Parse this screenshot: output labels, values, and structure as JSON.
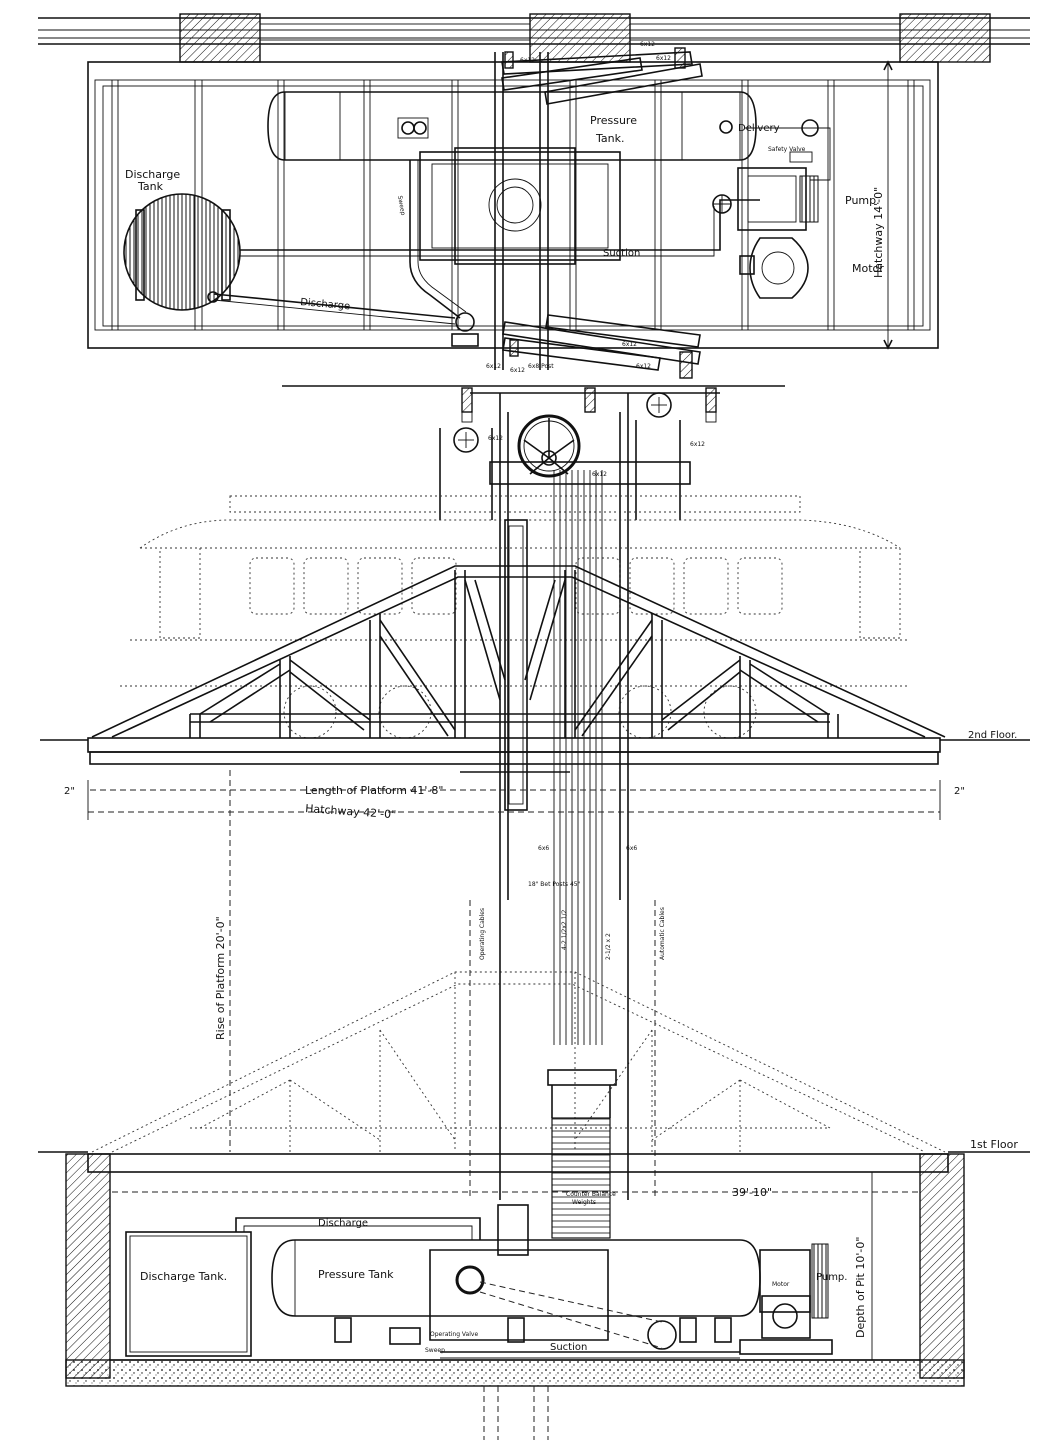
{
  "plan": {
    "pressure_tank": "Pressure",
    "pressure_tank_2": "Tank.",
    "discharge_tank": "Discharge",
    "discharge_tank_2": "Tank",
    "delivery": "Delivery",
    "safety_valve": "Safety Valve",
    "pump": "Pump.",
    "motor": "Motor",
    "suction": "Suction",
    "discharge": "Discharge",
    "sweep": "Sweep",
    "hatchway_width": "Hatchway 14'-0\"",
    "beams": [
      "6x12",
      "6x12",
      "6x12",
      "6x12",
      "6x12",
      "6x12",
      "6x12",
      "6x8 Post",
      "6x12",
      "6x12"
    ]
  },
  "elevation": {
    "beam_top": "6x12",
    "beam_left": "6x12",
    "beam_right": "6x12",
    "second_floor": "2nd Floor.",
    "first_floor": "1st Floor",
    "length_of_platform": "Length of Platform   41'-8\"",
    "hatchway": "Hatchway   42'-0\"",
    "dim_left": "2\"",
    "dim_right": "2\"",
    "rise_of_platform": "Rise of Platform 20'-0\"",
    "operating_cables": "Operating Cables",
    "automatic_cables": "Automatic Cables",
    "post_spacing": "18\"   Bet Posts 45\"",
    "post_left": "6x6",
    "post_right": "6x6",
    "cable_a": "4-2 1/2x2 1/2",
    "cable_b": "2-1/2 x 2",
    "pit_width": "39'-10\"",
    "depth_of_pit": "Depth of Pit 10'-0\"",
    "counter_balance": "Counter Balance",
    "counter_balance_2": "Weights",
    "discharge": "Discharge",
    "discharge_tank": "Discharge Tank.",
    "pressure_tank": "Pressure Tank",
    "pump": "Pump.",
    "motor": "Motor",
    "operating_valve": "Operating Valve",
    "sweep": "Sweep",
    "suction": "Suction"
  }
}
